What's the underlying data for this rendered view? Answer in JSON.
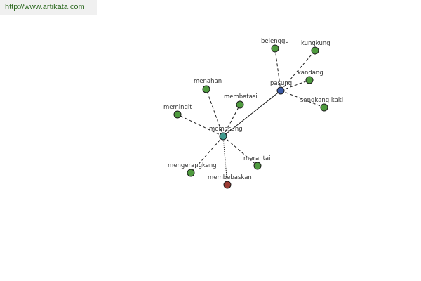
{
  "watermark": {
    "url": "http://www.artikata.com"
  },
  "colors": {
    "green_node": "#4f9b3f",
    "center_node": "#3f9a8e",
    "blue_node": "#3b5aa6",
    "red_node": "#9b3b33"
  },
  "graph": {
    "nodes": [
      {
        "id": "memasung",
        "label": "memasung",
        "kind": "center"
      },
      {
        "id": "pasung",
        "label": "pasung",
        "kind": "blue"
      },
      {
        "id": "belenggu",
        "label": "belenggu",
        "kind": "green"
      },
      {
        "id": "kungkung",
        "label": "kungkung",
        "kind": "green"
      },
      {
        "id": "kandang",
        "label": "kandang",
        "kind": "green"
      },
      {
        "id": "sangkang_kaki",
        "label": "sangkang kaki",
        "kind": "green"
      },
      {
        "id": "menahan",
        "label": "menahan",
        "kind": "green"
      },
      {
        "id": "membatasi",
        "label": "membatasi",
        "kind": "green"
      },
      {
        "id": "memingit",
        "label": "memingit",
        "kind": "green"
      },
      {
        "id": "mengerangkeng",
        "label": "mengerangkeng",
        "kind": "green"
      },
      {
        "id": "membebaskan",
        "label": "membebaskan",
        "kind": "red"
      },
      {
        "id": "merantai",
        "label": "merantai",
        "kind": "green"
      }
    ],
    "edges": [
      {
        "from": "memasung",
        "to": "pasung",
        "style": "solid"
      },
      {
        "from": "pasung",
        "to": "belenggu",
        "style": "dashed"
      },
      {
        "from": "pasung",
        "to": "kungkung",
        "style": "dashed"
      },
      {
        "from": "pasung",
        "to": "kandang",
        "style": "dashed"
      },
      {
        "from": "pasung",
        "to": "sangkang_kaki",
        "style": "dashed"
      },
      {
        "from": "memasung",
        "to": "menahan",
        "style": "dashed"
      },
      {
        "from": "memasung",
        "to": "membatasi",
        "style": "dashed"
      },
      {
        "from": "memasung",
        "to": "memingit",
        "style": "dashed"
      },
      {
        "from": "memasung",
        "to": "mengerangkeng",
        "style": "dashed"
      },
      {
        "from": "memasung",
        "to": "membebaskan",
        "style": "dotted"
      },
      {
        "from": "memasung",
        "to": "merantai",
        "style": "dashed"
      }
    ]
  }
}
